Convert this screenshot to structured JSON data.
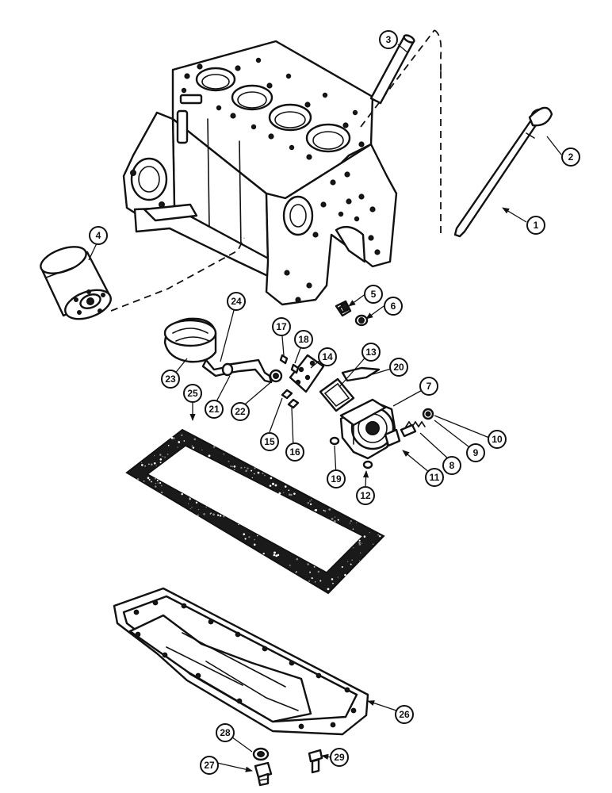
{
  "callouts": [
    {
      "number": "1"
    },
    {
      "number": "2"
    },
    {
      "number": "3"
    },
    {
      "number": "4"
    },
    {
      "number": "5"
    },
    {
      "number": "6"
    },
    {
      "number": "7"
    },
    {
      "number": "8"
    },
    {
      "number": "9"
    },
    {
      "number": "10"
    },
    {
      "number": "11"
    },
    {
      "number": "12"
    },
    {
      "number": "13"
    },
    {
      "number": "14"
    },
    {
      "number": "15"
    },
    {
      "number": "16"
    },
    {
      "number": "17"
    },
    {
      "number": "18"
    },
    {
      "number": "19"
    },
    {
      "number": "20"
    },
    {
      "number": "21"
    },
    {
      "number": "22"
    },
    {
      "number": "23"
    },
    {
      "number": "24"
    },
    {
      "number": "25"
    },
    {
      "number": "26"
    },
    {
      "number": "27"
    },
    {
      "number": "28"
    },
    {
      "number": "29"
    }
  ]
}
